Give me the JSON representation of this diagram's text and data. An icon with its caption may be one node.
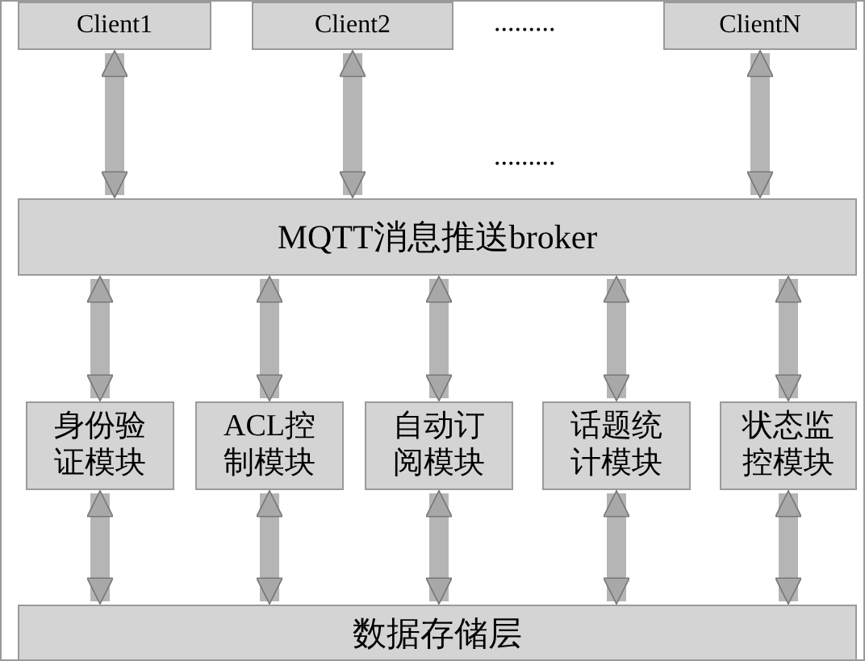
{
  "diagram": {
    "nodes": [
      {
        "text": [
          "Client1"
        ]
      },
      {
        "text": [
          "Client2"
        ]
      },
      {
        "text": [
          "ClientN"
        ]
      },
      {
        "text": [
          "MQTT消息推送broker"
        ]
      },
      {
        "text": [
          "身份验证模块"
        ]
      },
      {
        "text": [
          "ACL控制模块"
        ]
      },
      {
        "text": [
          "自动订阅模块"
        ]
      },
      {
        "text": [
          "话题统计模块"
        ]
      },
      {
        "text": [
          "状态监控模块"
        ]
      },
      {
        "text": [
          "数据存储层"
        ]
      }
    ],
    "edges": [
      {
        "from": 0,
        "to": 3,
        "arrow": "both"
      },
      {
        "from": 1,
        "to": 3,
        "arrow": "both"
      },
      {
        "from": 2,
        "to": 3,
        "arrow": "both"
      },
      {
        "from": 3,
        "to": 4,
        "arrow": "both"
      },
      {
        "from": 3,
        "to": 5,
        "arrow": "both"
      },
      {
        "from": 3,
        "to": 6,
        "arrow": "both"
      },
      {
        "from": 3,
        "to": 7,
        "arrow": "both"
      },
      {
        "from": 3,
        "to": 8,
        "arrow": "both"
      },
      {
        "from": 4,
        "to": 9,
        "arrow": "both"
      },
      {
        "from": 5,
        "to": 9,
        "arrow": "both"
      },
      {
        "from": 6,
        "to": 9,
        "arrow": "both"
      },
      {
        "from": 7,
        "to": 9,
        "arrow": "both"
      },
      {
        "from": 8,
        "to": 9,
        "arrow": "both"
      }
    ],
    "labels": [
      ".........",
      "........."
    ]
  }
}
